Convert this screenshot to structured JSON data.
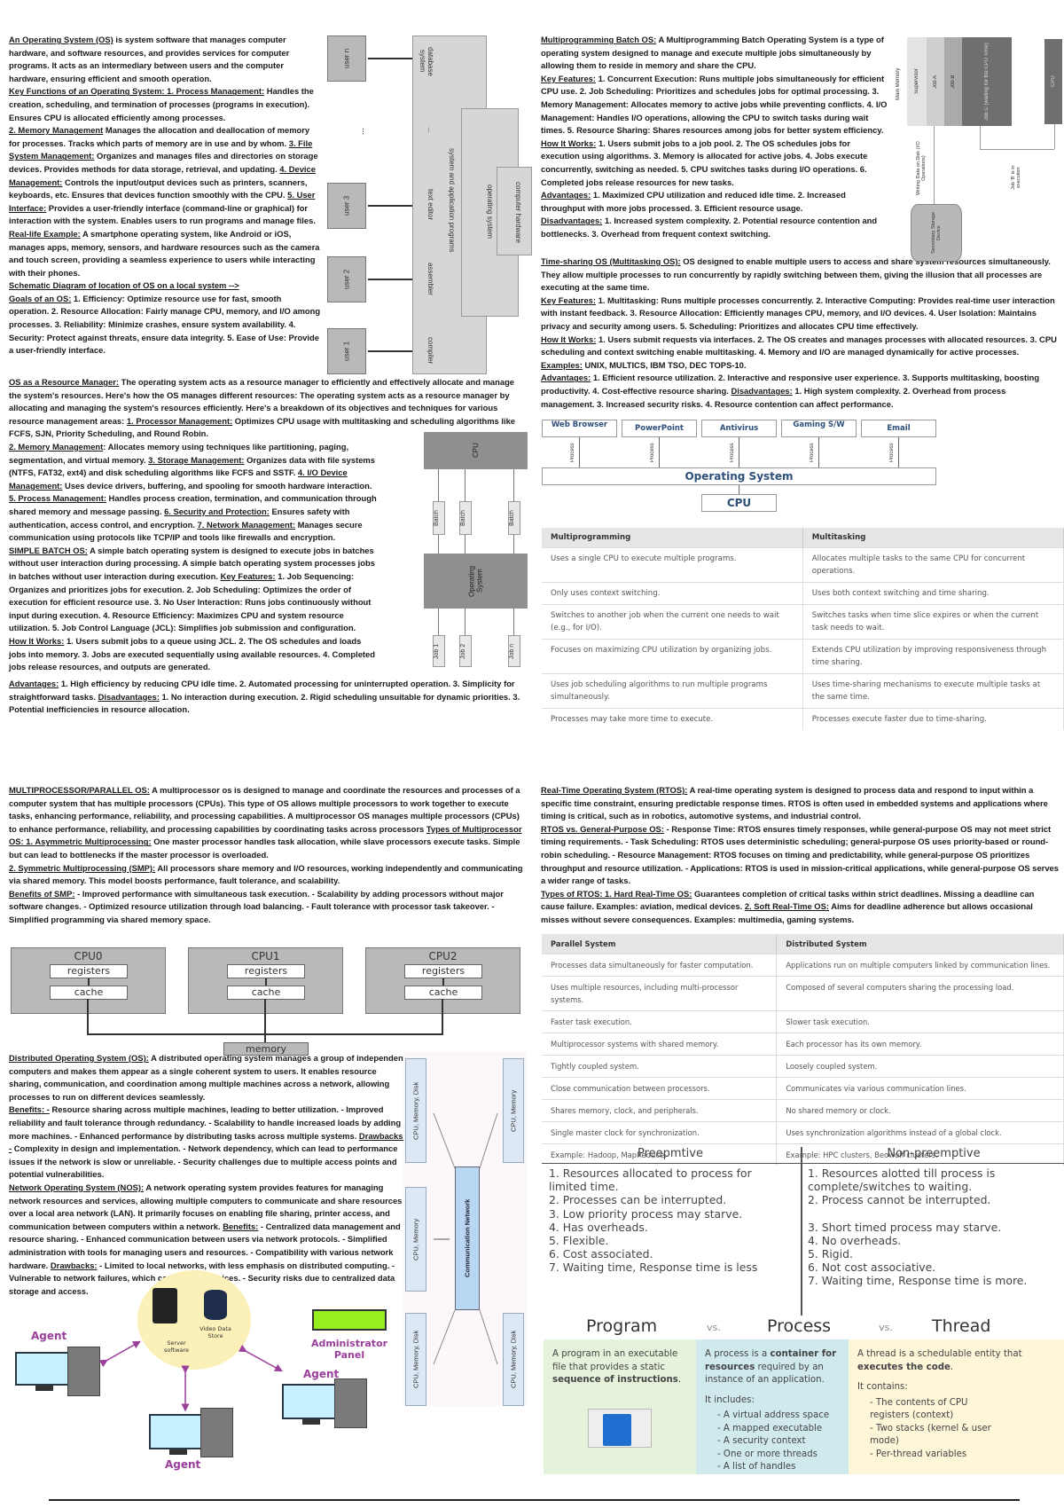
{
  "q1": {
    "intro_heading": "An Operating System (OS)",
    "intro_text": " is system software that manages computer hardware, and software resources, and provides services for computer programs. It acts as an intermediary between users and the computer hardware, ensuring efficient and smooth operation.",
    "key_heading": "Key Functions of an Operating System: 1. Process Management:",
    "key_1": " Handles the creation, scheduling, and termination of processes (programs in execution). Ensures CPU is allocated efficiently among processes.",
    "key_2_heading": "2. Memory Management",
    "key_2": " Manages the allocation and deallocation of memory for processes. Tracks which parts of memory are in use and by whom. ",
    "key_3_heading": "3. File System Management:",
    "key_3": " Organizes and manages files and directories on storage devices. Provides methods for data storage, retrieval, and updating. ",
    "key_4_heading": "4. Device Management:",
    "key_4": " Controls the input/output devices such as printers, scanners, keyboards, etc. Ensures that devices function smoothly with the CPU. ",
    "key_5_heading": "5. User Interface:",
    "key_5": " Provides a user-friendly interface (command-line or graphical) for interaction with the system. Enables users to run programs and manage files.",
    "example_heading": "Real-life Example:",
    "example_text": " A smartphone operating system, like Android or iOS, manages apps, memory, sensors, and hardware resources such as the camera and touch screen, providing a seamless experience to users while interacting with their phones.",
    "schematic_heading": "Schematic Diagram of location of OS on a local system -->",
    "goals_heading": "Goals of an OS:",
    "goals_text": " 1. Efficiency: Optimize resource use for fast, smooth operation. 2. Resource Allocation: Fairly manage CPU, memory, and I/O among processes. 3. Reliability: Minimize crashes, ensure system availability. 4. Security: Protect against threats, ensure data integrity. 5. Ease of Use: Provide a user-friendly interface.",
    "rm_heading": "OS as a Resource Manager:",
    "rm_text": " The operating system acts as a resource manager to efficiently and effectively allocate and manage the system's resources. Here's how the OS manages different resources: The operating system acts as a resource manager by allocating and managing the system's resources efficiently. Here's a breakdown of its objectives and techniques for various resource management areas: ",
    "rm_1_heading": "1. Processor Management:",
    "rm_1": " Optimizes CPU usage with multitasking and scheduling algorithms like FCFS, SJN, Priority Scheduling, and Round Robin.",
    "rm_2_heading": "2. Memory Management",
    "rm_2": ": Allocates memory using techniques like partitioning, paging, segmentation, and virtual memory. ",
    "rm_3_heading": "3. Storage Management:",
    "rm_3": " Organizes data with file systems (NTFS, FAT32, ext4) and disk scheduling algorithms like FCFS and SSTF. ",
    "rm_4_heading": "4. I/O Device Management:",
    "rm_4": " Uses device drivers, buffering, and spooling for smooth hardware interaction.",
    "rm_5_heading": "5. Process Management:",
    "rm_5": " Handles process creation, termination, and communication through shared memory and message passing. ",
    "rm_6_heading": "6. Security and Protection:",
    "rm_6": " Ensures safety with authentication, access control, and encryption. ",
    "rm_7_heading": "7. Network Management:",
    "rm_7": " Manages secure communication using protocols like TCP/IP and tools like firewalls and encryption.",
    "batch_heading": "SIMPLE BATCH OS:",
    "batch_text": " A simple batch operating system is designed to execute jobs in batches without user interaction during processing. A simple batch operating system processes jobs in batches without user interaction during execution. ",
    "batch_kf_heading": "Key Features:",
    "batch_kf": " 1. Job Sequencing: Organizes and prioritizes jobs for execution.  2. Job Scheduling: Optimizes the order of execution for efficient resource use.  3. No User Interaction: Runs jobs continuously without input during execution.  4. Resource Efficiency: Maximizes CPU and system resource utilization.  5. Job Control Language (JCL): Simplifies job submission and configuration.",
    "batch_how_heading": "How It Works:",
    "batch_how": " 1. Users submit jobs to a queue using JCL.  2. The OS schedules and loads jobs into memory.  3. Jobs are executed sequentially using available resources.  4. Completed jobs release resources, and outputs are generated.",
    "batch_adv_heading": "Advantages:",
    "batch_adv": " 1. High efficiency by reducing CPU idle time.  2. Automated processing for uninterrupted operation.  3. Simplicity for straightforward tasks.  ",
    "batch_dis_heading": "Disadvantages:",
    "batch_dis": " 1. No interaction during execution.  2. Rigid scheduling unsuitable for dynamic priorities.  3. Potential inefficiencies in resource allocation.",
    "sys_diagram": {
      "users": [
        "user 1",
        "user 2",
        "user 3",
        "user n"
      ],
      "ellipsis": "...",
      "apps": [
        "compiler",
        "assembler",
        "text editor",
        "...",
        "database system"
      ],
      "layer_apps": "system and application programs",
      "layer_os": "operating system",
      "layer_hw": "computer hardware"
    },
    "batch_diagram": {
      "cpu": "CPU",
      "os": "Operating System",
      "batches": [
        "Batch",
        "Batch",
        "Batch"
      ],
      "jobs": [
        "Job 1",
        "Job 2",
        "Job n"
      ]
    }
  },
  "q2": {
    "mp_heading": "Multiprogramming Batch OS:",
    "mp_text": " A Multiprogramming Batch Operating System is a type of operating system designed to manage and execute multiple jobs simultaneously by allowing them to reside in memory and share the CPU.",
    "mp_kf_heading": "Key Features:",
    "mp_kf": " 1. Concurrent Execution: Runs multiple jobs simultaneously for efficient CPU use.  2. Job Scheduling: Prioritizes and schedules jobs for optimal processing.  3. Memory Management: Allocates memory to active jobs while preventing conflicts.  4. I/O Management: Handles I/O operations, allowing the CPU to switch tasks during wait times.  5. Resource Sharing: Shares resources among jobs for better system efficiency.",
    "mp_how_heading": "How It Works:",
    "mp_how": " 1. Users submit jobs to a job pool.  2. The OS schedules jobs for execution using algorithms.  3. Memory is allocated for active jobs.  4. Jobs execute concurrently, switching as needed.  5. CPU switches tasks during I/O operations.  6. Completed jobs release resources for new tasks.",
    "mp_adv_heading": "Advantages:",
    "mp_adv": " 1. Maximized CPU utilization and reduced idle time.  2. Increased throughput with more jobs processed.  3. Efficient resource usage.",
    "mp_dis_heading": "Disadvantages:",
    "mp_dis": " 1. Increased system complexity.  2. Potential resource contention and bottlenecks.  3. Overhead from frequent context switching.",
    "ts_heading": "Time-sharing OS (Multitasking OS):",
    "ts_text": " OS designed to enable multiple users to access and share system resources simultaneously. They allow multiple processes to run concurrently by rapidly switching between them, giving the illusion that all processes are executing at the same time.",
    "ts_kf_heading": "Key Features:",
    "ts_kf": " 1. Multitasking: Runs multiple processes concurrently.  2. Interactive Computing: Provides real-time user interaction with instant feedback.  3. Resource Allocation: Efficiently manages CPU, memory, and I/O devices.  4. User Isolation: Maintains privacy and security among users.  5. Scheduling: Prioritizes and allocates CPU time effectively.",
    "ts_how_heading": "How It Works:",
    "ts_how": " 1. Users submit requests via interfaces.  2. The OS creates and manages processes with allocated resources.  3. CPU scheduling and context switching enable multitasking.  4. Memory and I/O are managed dynamically for active processes.  ",
    "ts_ex_heading": "Examples:",
    "ts_ex": " UNIX, MULTICS, IBM TSO, DEC TOPS-10.",
    "ts_adv_heading": "Advantages:",
    "ts_adv": " 1. Efficient resource utilization.  2. Interactive and responsive user experience.  3. Supports multitasking, boosting productivity.  4. Cost-effective resource sharing.  ",
    "ts_dis_heading": "Disadvantages:",
    "ts_dis": " 1. High system complexity.  2. Overhead from process management.  3. Increased security risks.  4. Resource contention can affect performance.",
    "mem_diagram": {
      "main_memory": "Main Memory",
      "segments": [
        "Supervisor",
        "Job A",
        "Job B",
        "Job C (waiting for the CPU Time)"
      ],
      "cpu": "CPU",
      "io_label": "Writing Data on Disk (I/O Operations)",
      "exec_label": "Job 'B' is in execution",
      "storage": "Secondary Storage Device"
    },
    "ts_diagram": {
      "apps": [
        "Web Browser",
        "PowerPoint",
        "Antivirus",
        "Gaming S/W",
        "Email"
      ],
      "process_label": "Process",
      "os": "Operating System",
      "cpu": "CPU"
    },
    "table": {
      "headers": [
        "Multiprogramming",
        "Multitasking"
      ],
      "rows": [
        [
          "Uses a single CPU to execute multiple programs.",
          "Allocates multiple tasks to the same CPU for concurrent operations."
        ],
        [
          "Only uses context switching.",
          "Uses both context switching and time sharing."
        ],
        [
          "Switches to another job when the current one needs to wait (e.g., for I/O).",
          "Switches tasks when time slice expires or when the current task needs to wait."
        ],
        [
          "Focuses on maximizing CPU utilization by organizing jobs.",
          "Extends CPU utilization by improving responsiveness through time sharing."
        ],
        [
          "Uses job scheduling algorithms to run multiple programs simultaneously.",
          "Uses time-sharing mechanisms to execute multiple tasks at the same time."
        ],
        [
          "Processes may take more time to execute.",
          "Processes execute faster due to time-sharing."
        ]
      ]
    }
  },
  "q3": {
    "mpos_heading": "MULTIPROCESSOR/PARALLEL OS:",
    "mpos_text": " A multiprocessor os is designed to manage and coordinate the resources and processes of a computer system that has multiple processors (CPUs). This type of OS allows multiple processors to work together to execute tasks, enhancing performance, reliability, and processing capabilities. A multiprocessor OS manages multiple processors (CPUs) to enhance performance, reliability, and processing capabilities by coordinating tasks across processors ",
    "types_heading": "Types of Multiprocessor OS:  1. Asymmetric Multiprocessing:",
    "types_1": " One master processor handles task allocation, while slave processors execute tasks. Simple but can lead to bottlenecks if the master processor is overloaded.",
    "smp_heading": "2. Symmetric Multiprocessing (SMP):",
    "smp_text": " All processors share memory and I/O resources, working independently and communicating via shared memory. This model boosts performance, fault tolerance, and scalability.",
    "smp_ben_heading": "Benefits of SMP:",
    "smp_ben": "  - Improved performance with simultaneous task execution.  - Scalability by adding processors without major software changes.  - Optimized resource utilization through load balancing.  - Fault tolerance with processor task takeover.  - Simplified programming via shared memory space.",
    "cpu_diagram": {
      "cpus": [
        "CPU0",
        "CPU1",
        "CPU2"
      ],
      "subs": [
        "0",
        "1",
        "2"
      ],
      "registers": "registers",
      "cache": "cache",
      "memory": "memory"
    },
    "dos_heading": "Distributed Operating System (OS):",
    "dos_text": " A distributed operating system manages a group of independent computers and makes them appear as a single coherent system to users. It enables resource sharing, communication, and coordination among multiple machines across a network, allowing processes to run on different devices seamlessly.",
    "dos_ben_heading": "Benefits: -",
    "dos_ben": " Resource sharing across multiple machines, leading to better utilization. - Improved reliability and fault tolerance through redundancy. - Scalability to handle increased loads by adding more machines. - Enhanced performance by distributing tasks across multiple systems. ",
    "dos_dis_heading": "Drawbacks: -",
    "dos_dis": " Complexity in design and implementation. - Network dependency, which can lead to performance issues if the network is slow or unreliable. - Security challenges due to multiple access points and potential vulnerabilities.",
    "nos_heading": "Network Operating System (NOS):",
    "nos_text": " A network operating system provides features for managing network resources and services, allowing multiple computers to communicate and share resources over a local area network (LAN). It primarily focuses on enabling file sharing, printer access, and communication between computers within a network. ",
    "nos_ben_heading": "Benefits:",
    "nos_ben": " - Centralized data management and resource sharing. - Enhanced communication between users via network protocols. - Simplified administration with tools for managing users and resources. - Compatibility with various network hardware. ",
    "nos_dis_heading": "Drawbacks:",
    "nos_dis": " - Limited to local networks, with less emphasis on distributed computing. - Vulnerable to network failures, which can disrupt services. - Security risks due to centralized data storage and access.",
    "dist_diagram": {
      "nodes": [
        "CPU, Memory, Disk",
        "CPU, Memory",
        "CPU, Memory",
        "CPU, Memory, Disk",
        "CPU, Memory, Disk"
      ],
      "center": "Communication Network"
    },
    "nos_diagram": {
      "server": "Server software",
      "store": "Video Data Store",
      "admin": "Administrator Panel",
      "agents": [
        "Agent",
        "Agent",
        "Agent"
      ]
    }
  },
  "q4": {
    "rtos_heading": "Real-Time Operating System (RTOS):",
    "rtos_text": " A real-time operating system is designed to process data and respond to input within a specific time constraint, ensuring predictable response times. RTOS is often used in embedded systems and applications where timing is critical, such as in robotics, automotive systems, and industrial control.",
    "vs_heading": "RTOS vs. General-Purpose OS:",
    "vs_text": " - Response Time: RTOS ensures timely responses, while general-purpose OS may not meet strict timing requirements. - Task Scheduling: RTOS uses deterministic scheduling; general-purpose OS uses priority-based or round-robin scheduling. - Resource Management: RTOS focuses on timing and predictability, while general-purpose OS prioritizes throughput and resource utilization. - Applications: RTOS is used in mission-critical applications, while general-purpose OS serves a wider range of tasks.",
    "types_heading": "Types of RTOS: 1. Hard Real-Time OS:",
    "types_1": " Guarantees completion of critical tasks within strict deadlines. Missing a deadline can cause failure. Examples: aviation, medical devices. ",
    "types_2_heading": "2. Soft Real-Time OS:",
    "types_2": " Aims for deadline adherence but allows occasional misses without severe consequences. Examples: multimedia, gaming systems.",
    "table": {
      "headers": [
        "Parallel System",
        "Distributed System"
      ],
      "rows": [
        [
          "Processes data simultaneously for faster computation.",
          "Applications run on multiple computers linked by communication lines."
        ],
        [
          "Uses multiple resources, including multi-processor systems.",
          "Composed of several computers sharing the processing load."
        ],
        [
          "Faster task execution.",
          "Slower task execution."
        ],
        [
          "Multiprocessor systems with shared memory.",
          "Each processor has its own memory."
        ],
        [
          "Tightly coupled system.",
          "Loosely coupled system."
        ],
        [
          "Close communication between processors.",
          "Communicates via various communication lines."
        ],
        [
          "Shares memory, clock, and peripherals.",
          "No shared memory or clock."
        ],
        [
          "Single master clock for synchronization.",
          "Uses synchronization algorithms instead of a global clock."
        ],
        [
          "Example: Hadoop, MapReduce.",
          "Example: HPC clusters, Beowulf clusters."
        ]
      ]
    },
    "preempt": {
      "headers": [
        "Preepmtive",
        "Non-preemptive"
      ],
      "left": [
        "1. Resources allocated to process for limited time.",
        "2. Processes can be interrupted.",
        "3. Low priority process may starve.",
        "4. Has overheads.",
        "5. Flexible.",
        "6. Cost associated.",
        "7. Waiting time, Response time is less"
      ],
      "right": [
        "1. Resources alotted till process is complete/switches to waiting.",
        "2. Process cannot be interrupted.",
        "3. Short timed process may starve.",
        "4. No overheads.",
        "5. Rigid.",
        "6. Not cost associative.",
        "7. Waiting time, Response time is more."
      ]
    },
    "ppt": {
      "titles": [
        "Program",
        "Process",
        "Thread"
      ],
      "vs": "vs.",
      "program_a": "A program in an executable file that provides a static ",
      "program_b": "sequence of instructions",
      "program_c": ".",
      "process_a": "A process is a ",
      "process_b": "container for resources",
      "process_c": " required by an instance of an application.",
      "process_includes": "It includes:",
      "process_items": [
        "A virtual address space",
        "A mapped executable",
        "A security context",
        "One or more threads",
        "A list of handles"
      ],
      "thread_a": "A thread is a schedulable entity that ",
      "thread_b": "executes the code",
      "thread_c": ".",
      "thread_contains": "It contains:",
      "thread_items": [
        "The contents of CPU registers (context)",
        "Two stacks (kernel & user mode)",
        "Per-thread variables"
      ],
      "colors": {
        "program": "#e6f3dc",
        "process": "#cfe9ec",
        "thread": "#fdf6d9"
      }
    }
  }
}
